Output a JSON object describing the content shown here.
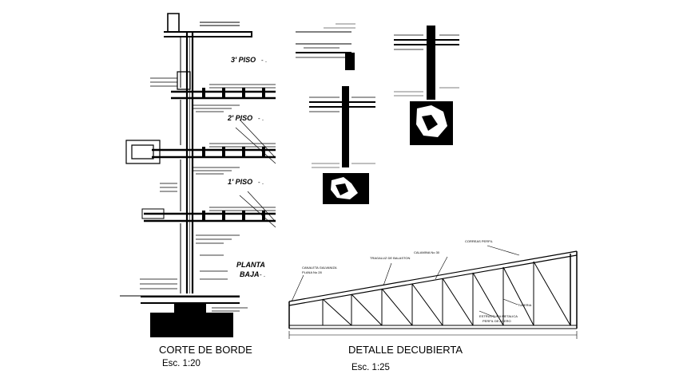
{
  "section": {
    "title": "CORTE DE BORDE",
    "scale": "Esc. 1:20",
    "levels": {
      "third": "3' PISO",
      "second": "2' PISO",
      "first": "1' PISO",
      "ground_line1": "PLANTA",
      "ground_line2": "BAJA"
    }
  },
  "roof_detail": {
    "title": "DETALLE DECUBIERTA",
    "scale": "Esc. 1:25",
    "notes": {
      "canaleta": "CANALETA GALVANIZA",
      "plancha": "PLANA No 28",
      "tragaluz": "TRAGALUZ DE BALASTON",
      "calamina": "CALAMINA No 30",
      "correas": "CORREAS PERFIL",
      "tuberia": "TUBERIA",
      "estructura1": "ESTRUCTURA METALICA",
      "estructura2": "PERFIL DE ACERO"
    }
  }
}
